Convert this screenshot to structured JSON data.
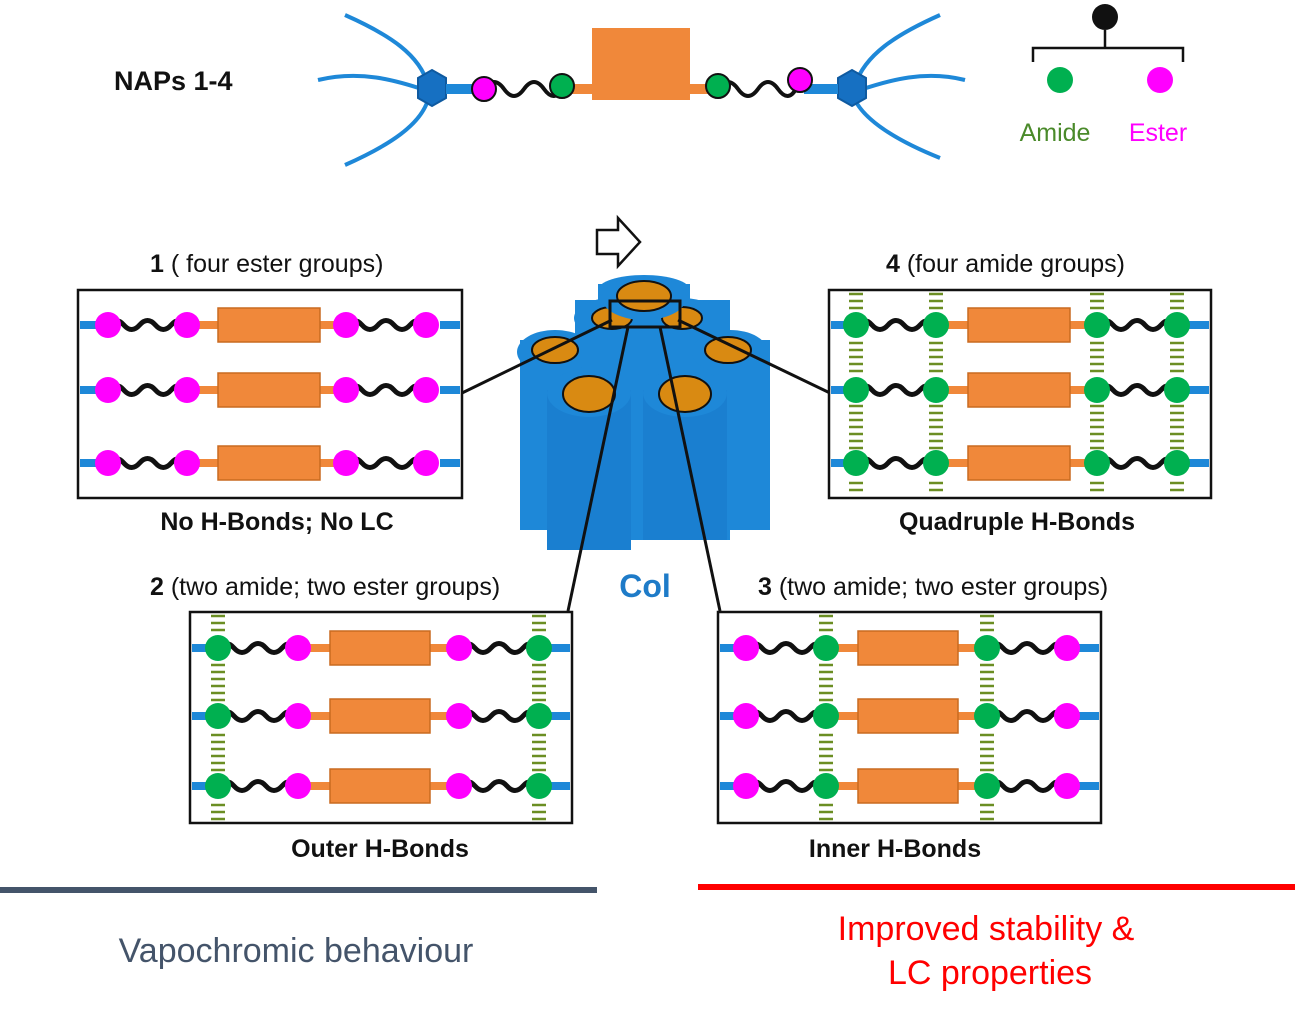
{
  "header": {
    "title": "NAPs 1-4",
    "legend": {
      "amide": "Amide",
      "ester": "Ester"
    }
  },
  "center": {
    "label": "Col"
  },
  "panels": {
    "p1": {
      "num": "1",
      "title": " ( four ester groups)",
      "caption": "No H-Bonds; No LC"
    },
    "p2": {
      "num": "2",
      "title": " (two amide; two ester groups)",
      "caption": "Outer H-Bonds"
    },
    "p3": {
      "num": "3",
      "title": " (two amide; two ester groups)",
      "caption": "Inner H-Bonds"
    },
    "p4": {
      "num": "4",
      "title": " (four amide groups)",
      "caption": "Quadruple H-Bonds"
    }
  },
  "footer": {
    "left": "Vapochromic behaviour",
    "right_line1": "Improved stability &",
    "right_line2": "LC properties"
  },
  "colors": {
    "amide": "#00b050",
    "ester": "#ff00ff",
    "core": "#f0883a",
    "column": "#1e88d8",
    "hbond": "#6b8e23",
    "left_rule": "#44546a",
    "right_rule": "#ff0000"
  }
}
